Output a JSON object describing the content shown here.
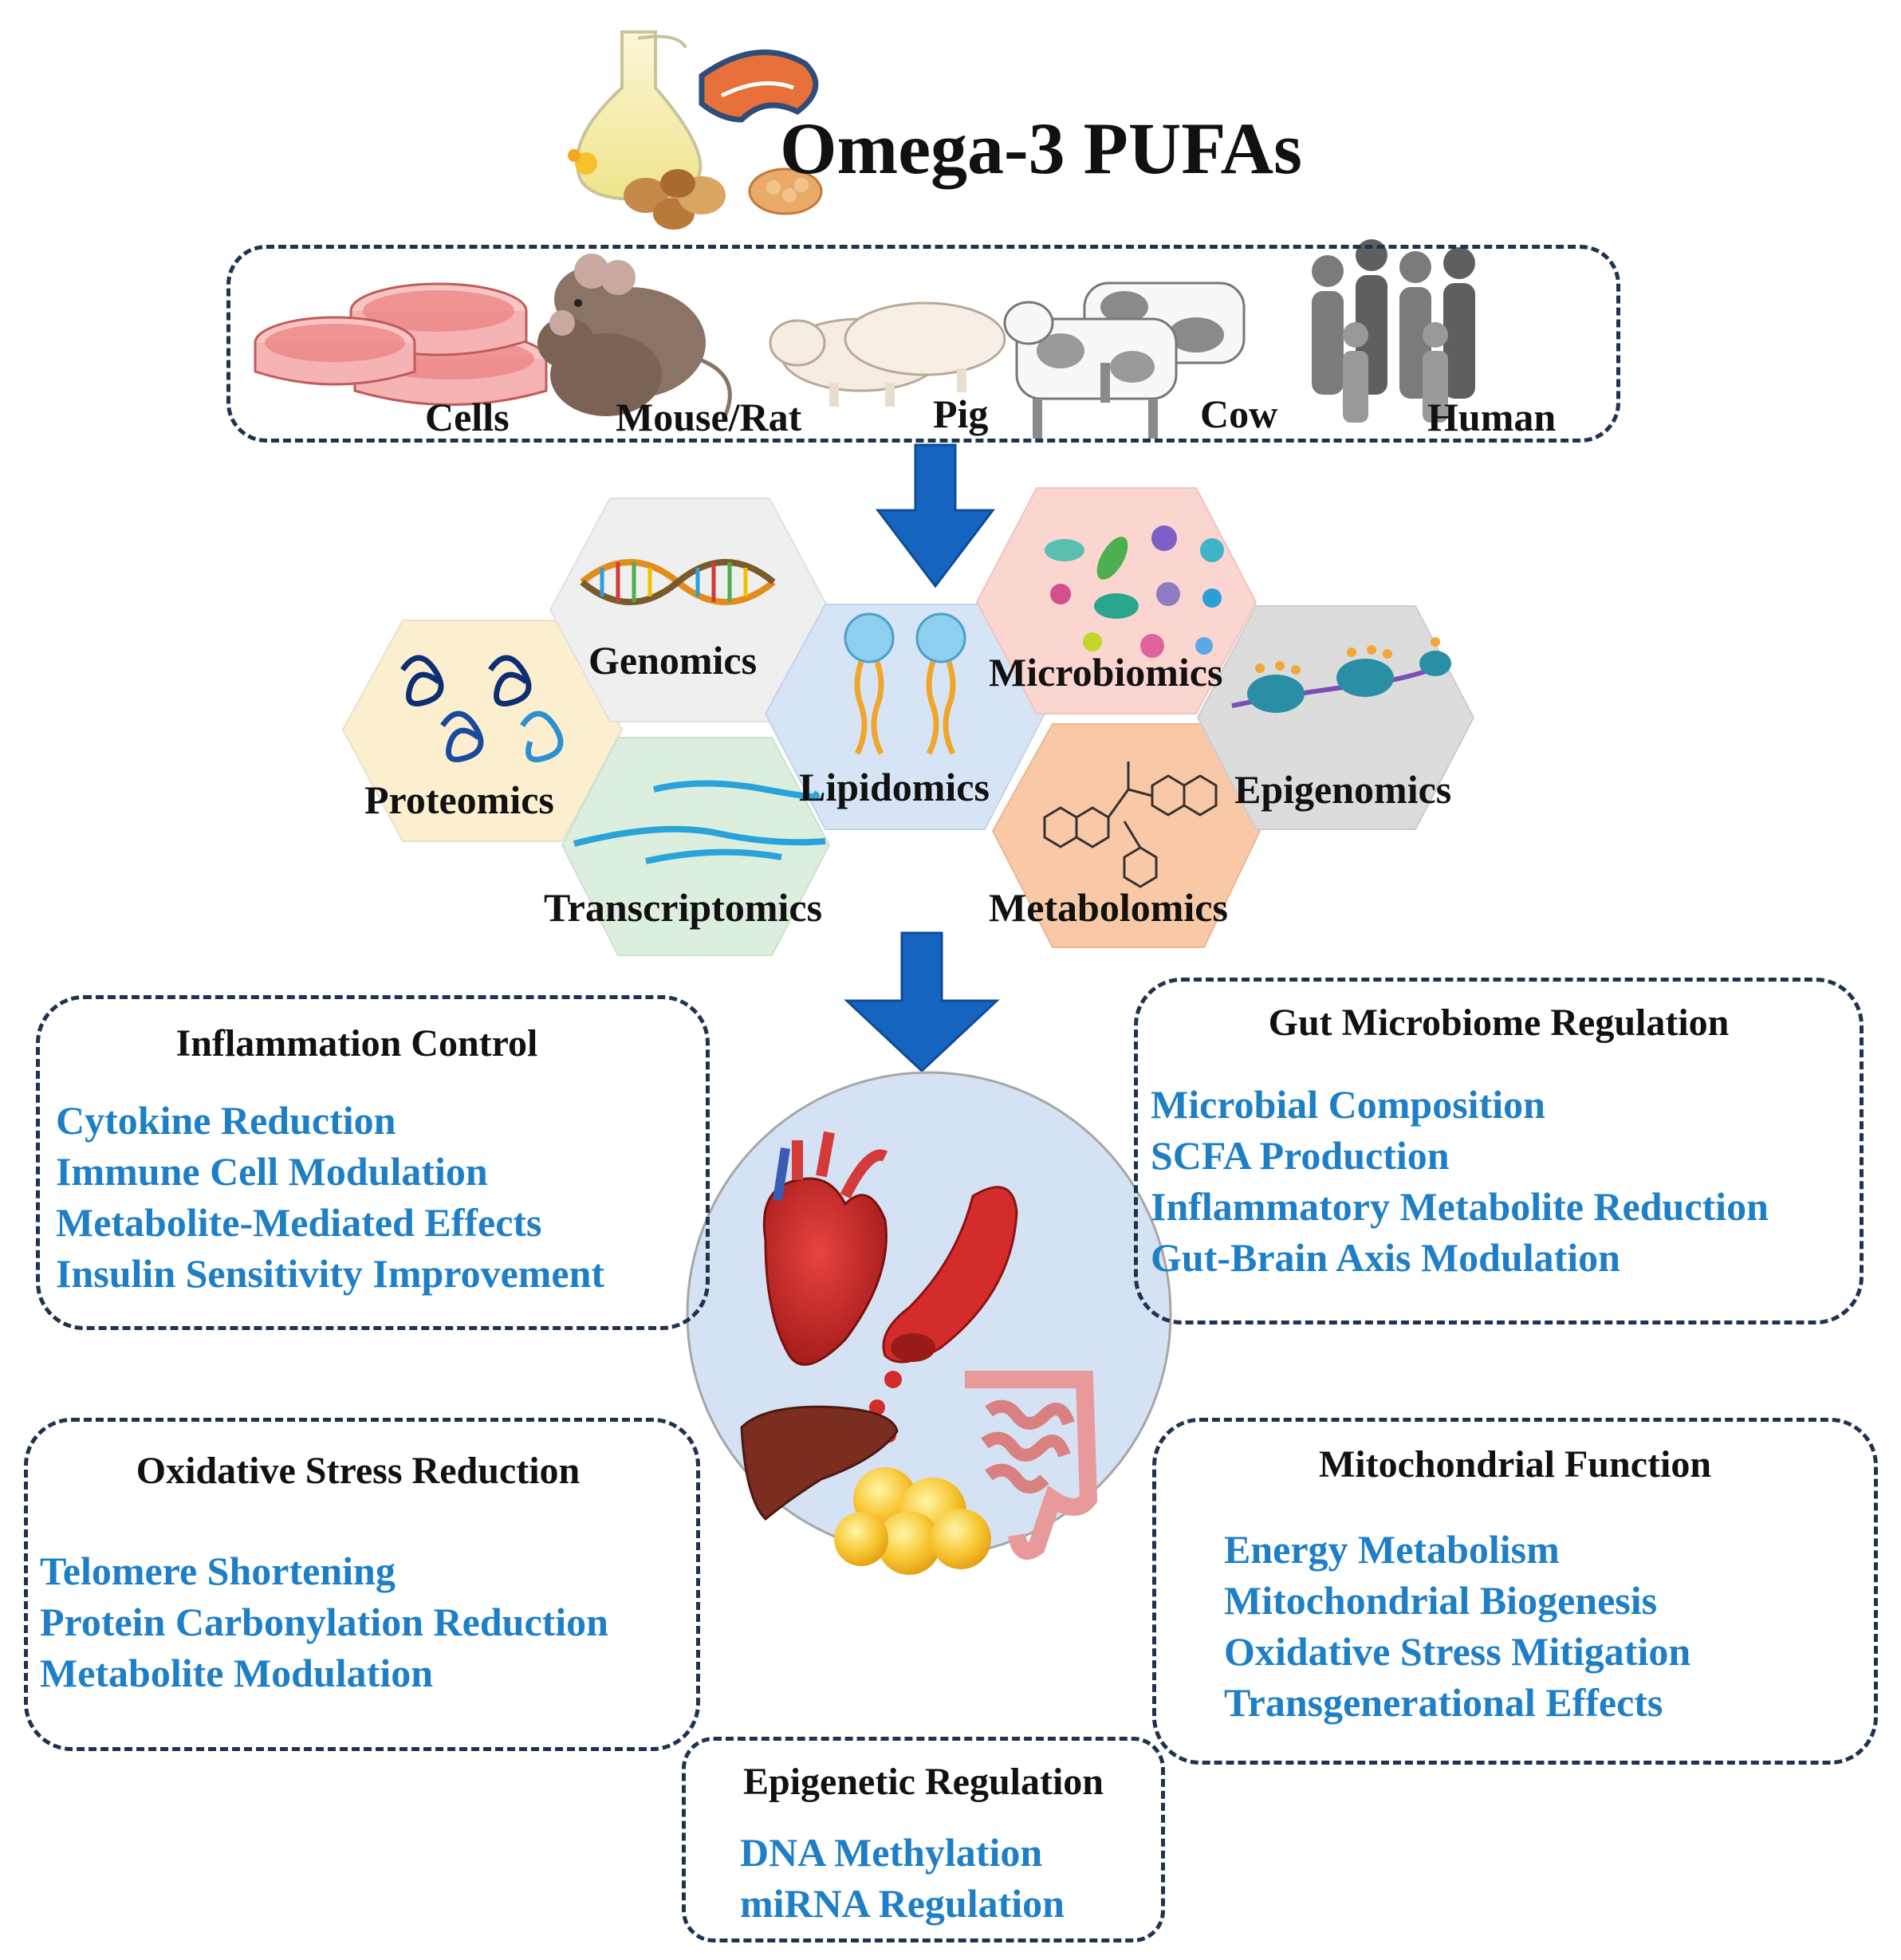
{
  "title": "Omega-3 PUFAs",
  "models": [
    {
      "label": "Cells",
      "icon": "petri-dish-icon"
    },
    {
      "label": "Mouse/Rat",
      "icon": "mouse-icon"
    },
    {
      "label": "Pig",
      "icon": "pig-icon"
    },
    {
      "label": "Cow",
      "icon": "cow-icon"
    },
    {
      "label": "Human",
      "icon": "people-icon"
    }
  ],
  "omics": [
    {
      "label": "Genomics",
      "icon": "dna-icon",
      "color": "#efefef"
    },
    {
      "label": "Microbiomics",
      "icon": "microbes-icon",
      "color": "#fbd5d0"
    },
    {
      "label": "Proteomics",
      "icon": "protein-icon",
      "color": "#fcefcf"
    },
    {
      "label": "Lipidomics",
      "icon": "lipid-icon",
      "color": "#d7e4f5"
    },
    {
      "label": "Epigenomics",
      "icon": "chromatin-icon",
      "color": "#dcdcdc"
    },
    {
      "label": "Transcriptomics",
      "icon": "rna-icon",
      "color": "#dceedd"
    },
    {
      "label": "Metabolomics",
      "icon": "molecule-icon",
      "color": "#f9c9a7"
    }
  ],
  "colors": {
    "arrow": "#1565c0",
    "item_text": "#1e7fc6",
    "border": "#1f3350",
    "organ_circle": "#d5e2f4"
  },
  "boxes": {
    "inflammation": {
      "title": "Inflammation Control",
      "items": [
        "Cytokine Reduction",
        "Immune Cell Modulation",
        "Metabolite-Mediated Effects",
        "Insulin Sensitivity Improvement"
      ]
    },
    "gut": {
      "title": "Gut Microbiome Regulation",
      "items": [
        "Microbial Composition",
        "SCFA Production",
        "Inflammatory Metabolite Reduction",
        "Gut-Brain Axis Modulation"
      ]
    },
    "oxidative": {
      "title": "Oxidative Stress Reduction",
      "items": [
        "Telomere Shortening",
        "Protein Carbonylation Reduction",
        "Metabolite Modulation"
      ]
    },
    "mito": {
      "title": "Mitochondrial Function",
      "items": [
        "Energy Metabolism",
        "Mitochondrial Biogenesis",
        "Oxidative Stress Mitigation",
        "Transgenerational Effects"
      ]
    },
    "epigenetic": {
      "title": "Epigenetic Regulation",
      "items": [
        "DNA Methylation",
        "miRNA Regulation"
      ]
    }
  }
}
